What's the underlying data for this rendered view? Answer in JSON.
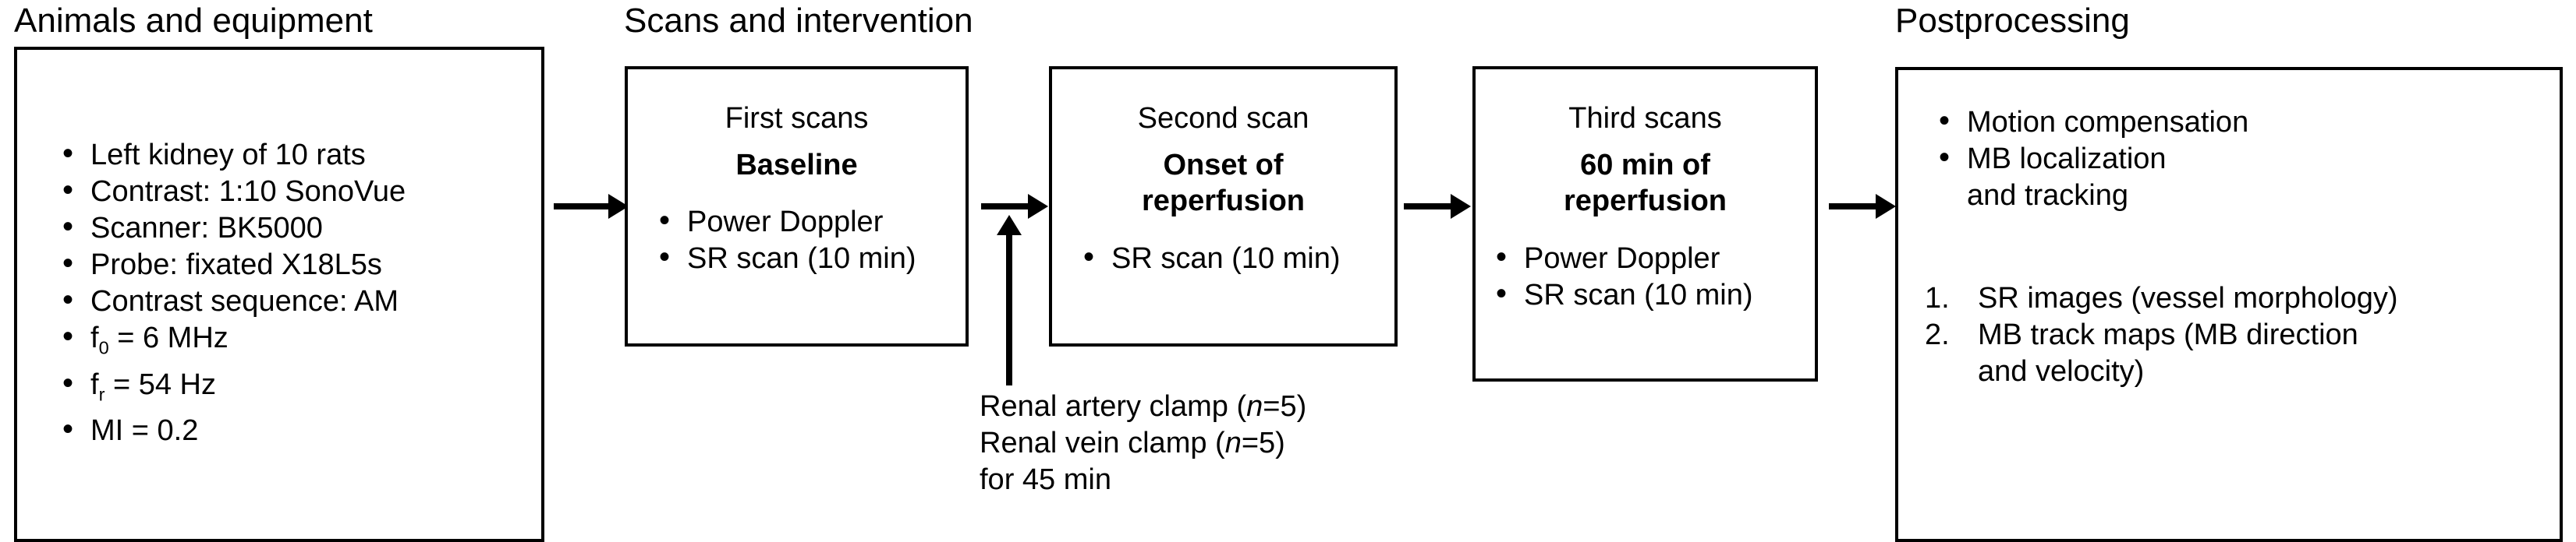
{
  "sections": {
    "animals": {
      "title": "Animals and equipment",
      "bullets": [
        "Left kidney of 10 rats",
        "Contrast: 1:10 SonoVue",
        "Scanner: BK5000",
        "Probe: fixated X18L5s",
        "Contrast sequence: AM",
        "f0 = 6 MHz",
        "fr = 54 Hz",
        "MI = 0.2"
      ],
      "formulas": {
        "f0_base": "f",
        "f0_sub": "0",
        "f0_rest": " = 6 MHz",
        "fr_base": "f",
        "fr_sub": "r",
        "fr_rest": " = 54 Hz",
        "mi": "MI = 0.2"
      }
    },
    "scans": {
      "title": "Scans and intervention",
      "boxes": [
        {
          "heading": "First scans",
          "emphasis": "Baseline",
          "bullets": [
            "Power Doppler",
            "SR scan (10 min)"
          ]
        },
        {
          "heading": "Second scan",
          "emphasis_line1": "Onset of",
          "emphasis_line2": "reperfusion",
          "bullets": [
            "SR scan (10 min)"
          ]
        },
        {
          "heading": "Third scans",
          "emphasis_line1": "60 min of",
          "emphasis_line2": "reperfusion",
          "bullets": [
            "Power Doppler",
            "SR scan (10 min)"
          ]
        }
      ],
      "annotation": {
        "line1_pre": "Renal artery clamp (",
        "line1_n": "n",
        "line1_post": "=5)",
        "line2_pre": "Renal vein clamp (",
        "line2_n": "n",
        "line2_post": "=5)",
        "line3": "for 45 min"
      }
    },
    "postprocessing": {
      "title": "Postprocessing",
      "bullets": [
        "Motion compensation",
        "MB localization",
        "and tracking"
      ],
      "bullet_items": [
        "Motion compensation",
        "MB localization"
      ],
      "bullet_continuation": "and tracking",
      "numbered": [
        "SR images (vessel morphology)",
        "MB track maps (MB direction",
        "and velocity)"
      ],
      "numbered_items": [
        "SR images (vessel morphology)",
        "MB track maps (MB direction"
      ],
      "numbered_continuation": "and velocity)"
    }
  },
  "colors": {
    "stroke": "#000000",
    "background": "#ffffff"
  }
}
